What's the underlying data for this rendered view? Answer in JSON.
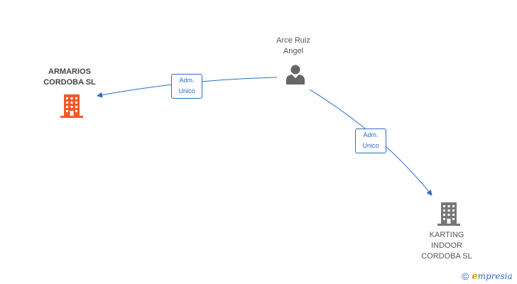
{
  "nodes": {
    "person": {
      "line1": "Arce Ruiz",
      "line2": "Angel"
    },
    "company_main": {
      "line1": "ARMARIOS",
      "line2": "CORDOBA SL"
    },
    "company_other": {
      "line1": "KARTING",
      "line2": "INDOOR",
      "line3": "CORDOBA SL"
    }
  },
  "edges": [
    {
      "line1": "Adm.",
      "line2": "Unico"
    },
    {
      "line1": "Adm.",
      "line2": "Unico"
    }
  ],
  "footer": {
    "copyright_symbol": "©",
    "brand_initial": "e",
    "brand_rest": "mpresia"
  },
  "colors": {
    "edge": "#2b6cc4",
    "main_company": "#f05a28",
    "other_company": "#777777",
    "person": "#666666",
    "brand_accent": "#f39200"
  },
  "icons": {
    "person": "person-icon",
    "main_company": "building-icon",
    "other_company": "building-icon"
  }
}
